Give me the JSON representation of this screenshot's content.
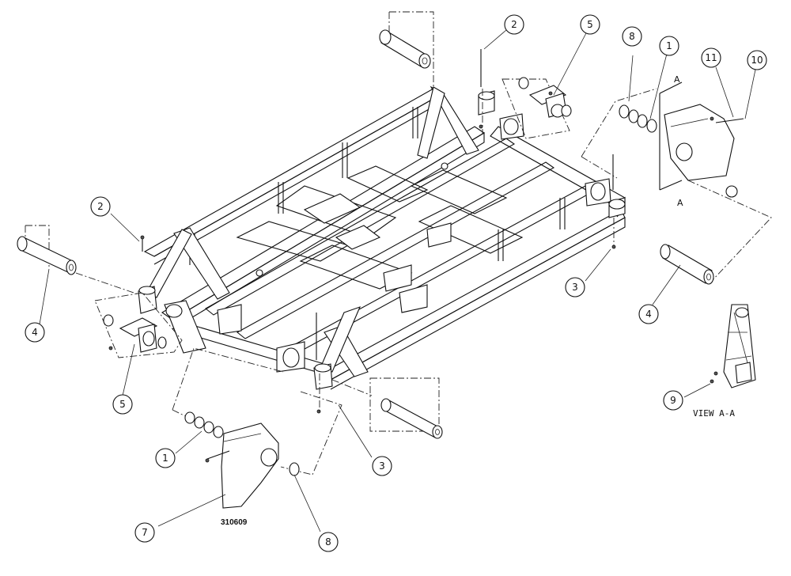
{
  "drawing": {
    "number": "310609",
    "view_label": "VIEW A-A",
    "section_marks": [
      "A",
      "A"
    ]
  },
  "callouts": [
    {
      "id": "c-2-top",
      "number": "2"
    },
    {
      "id": "c-5-top",
      "number": "5"
    },
    {
      "id": "c-8-top",
      "number": "8"
    },
    {
      "id": "c-1-top",
      "number": "1"
    },
    {
      "id": "c-11",
      "number": "11"
    },
    {
      "id": "c-10",
      "number": "10"
    },
    {
      "id": "c-2-left",
      "number": "2"
    },
    {
      "id": "c-4-left",
      "number": "4"
    },
    {
      "id": "c-5-left",
      "number": "5"
    },
    {
      "id": "c-3-right",
      "number": "3"
    },
    {
      "id": "c-4-right",
      "number": "4"
    },
    {
      "id": "c-9",
      "number": "9"
    },
    {
      "id": "c-1-bottom",
      "number": "1"
    },
    {
      "id": "c-3-bottom",
      "number": "3"
    },
    {
      "id": "c-7",
      "number": "7"
    },
    {
      "id": "c-8-bottom",
      "number": "8"
    }
  ]
}
